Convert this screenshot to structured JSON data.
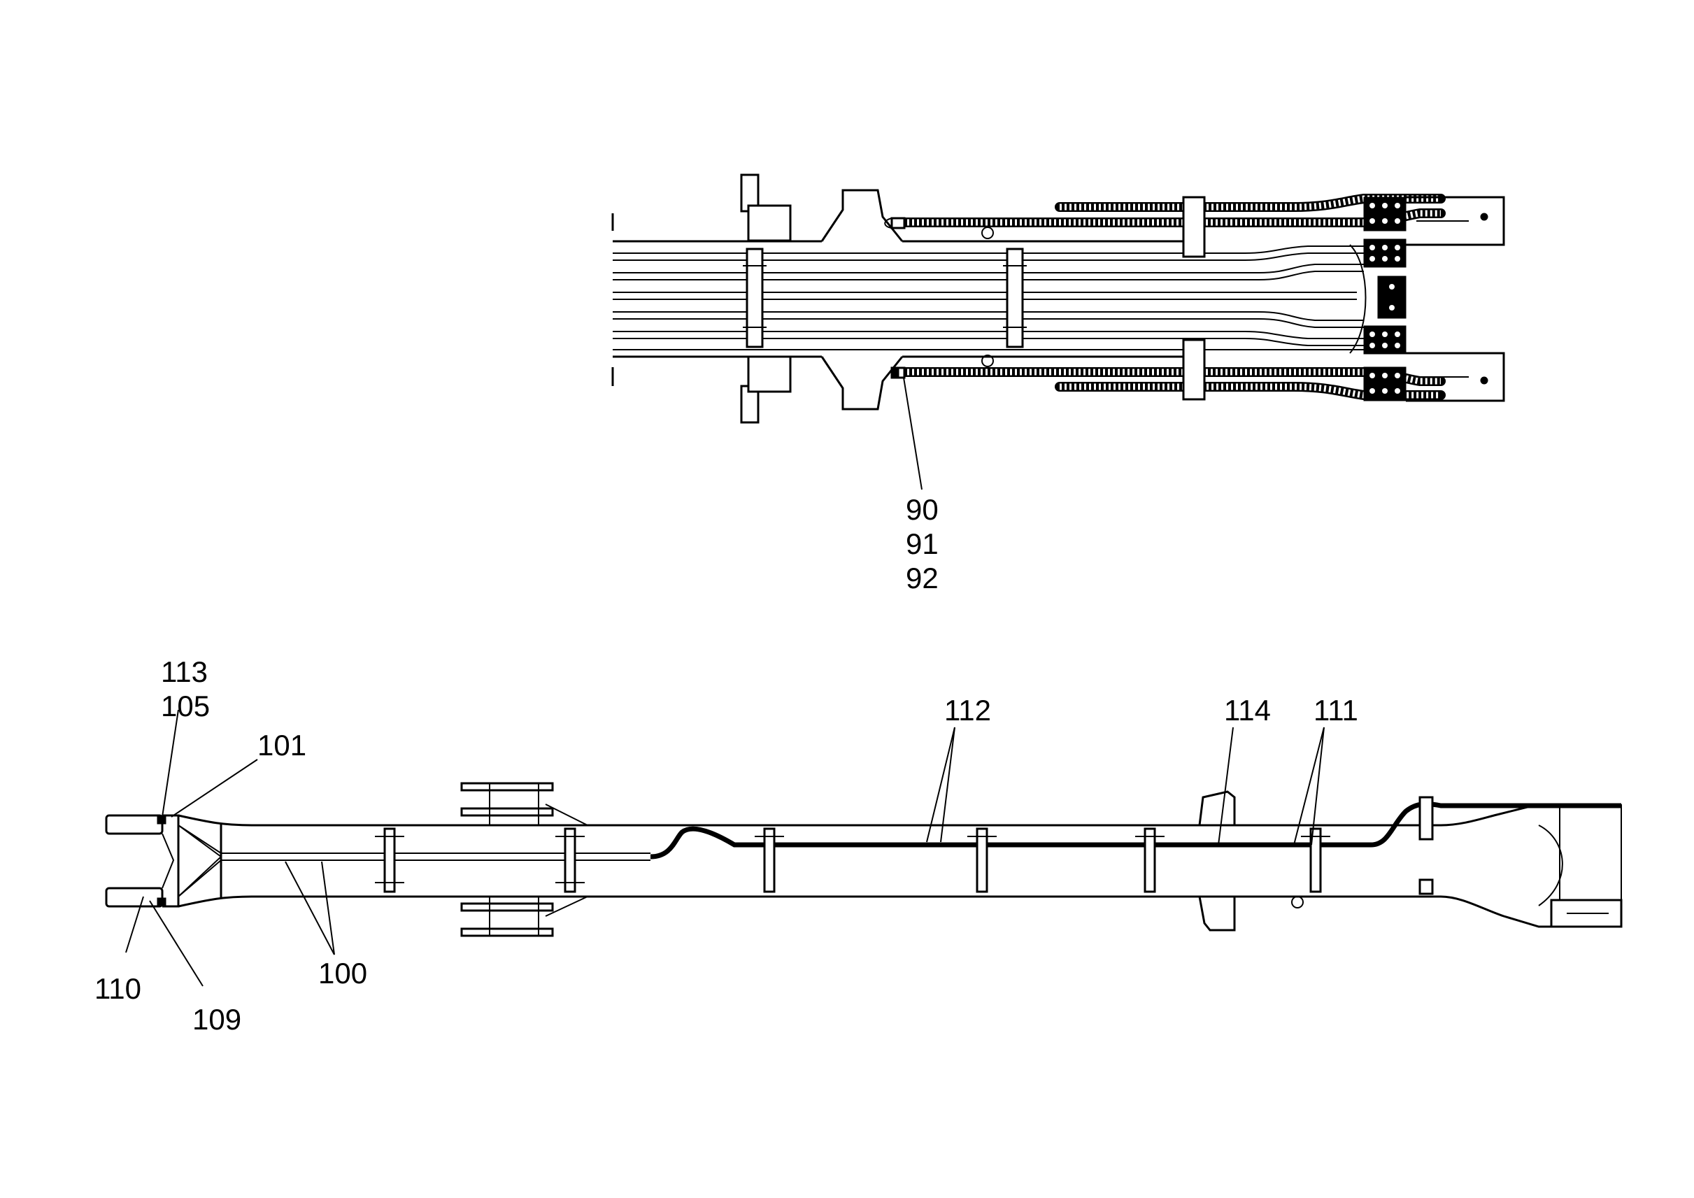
{
  "callouts": {
    "top_90": "90",
    "top_91": "91",
    "top_92": "92",
    "c113": "113",
    "c105": "105",
    "c101": "101",
    "c112": "112",
    "c114": "114",
    "c111": "111",
    "c110": "110",
    "c109": "109",
    "c100": "100"
  }
}
